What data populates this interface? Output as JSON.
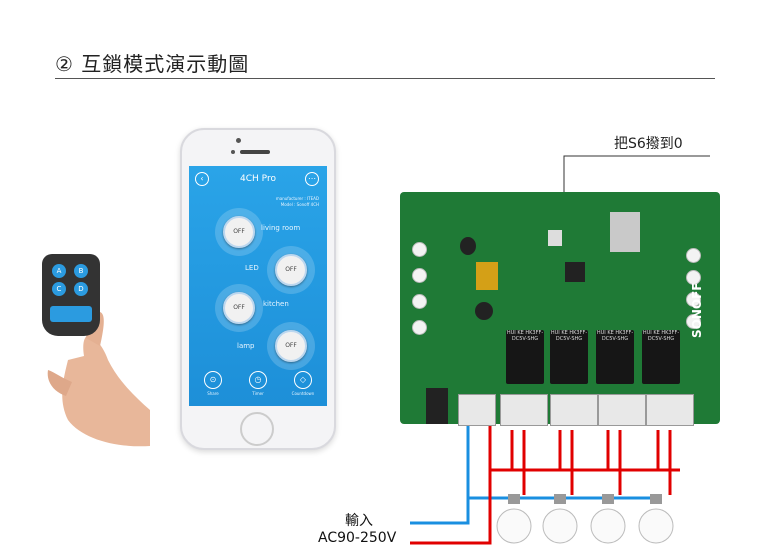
{
  "header": {
    "title": "② 互鎖模式演示動圖"
  },
  "callout": {
    "text": "把S6撥到0"
  },
  "phone_app": {
    "title": "4CH Pro",
    "meta_line1": "manufacturer : ITEAD",
    "meta_line2": "Model : Sonoff 4CH",
    "channels": [
      {
        "label": "living room",
        "state": "OFF"
      },
      {
        "label": "LED",
        "state": "OFF"
      },
      {
        "label": "kitchen",
        "state": "OFF"
      },
      {
        "label": "lamp",
        "state": "OFF"
      }
    ],
    "footer": [
      {
        "label": "Share",
        "icon": "share-icon"
      },
      {
        "label": "Timer",
        "icon": "alarm-clock-icon"
      },
      {
        "label": "Countdown",
        "icon": "tag-icon"
      }
    ]
  },
  "remote": {
    "keys": [
      "A",
      "B",
      "C",
      "D"
    ]
  },
  "board": {
    "brand": "SONOFF",
    "relays": [
      {
        "text": "HUI KE HK3FF-DC5V-SHG"
      },
      {
        "text": "HUI KE HK3FF-DC5V-SHG"
      },
      {
        "text": "HUI KE HK3FF-DC5V-SHG"
      },
      {
        "text": "HUI KE HK3FF-DC5V-SHG"
      }
    ]
  },
  "power_input": {
    "line1": "輸入",
    "line2": "AC90-250V"
  },
  "colors": {
    "live": "#e10000",
    "neutral": "#1a8fe0",
    "board": "#1f7a36",
    "app_blue": "#1d8fd8"
  }
}
